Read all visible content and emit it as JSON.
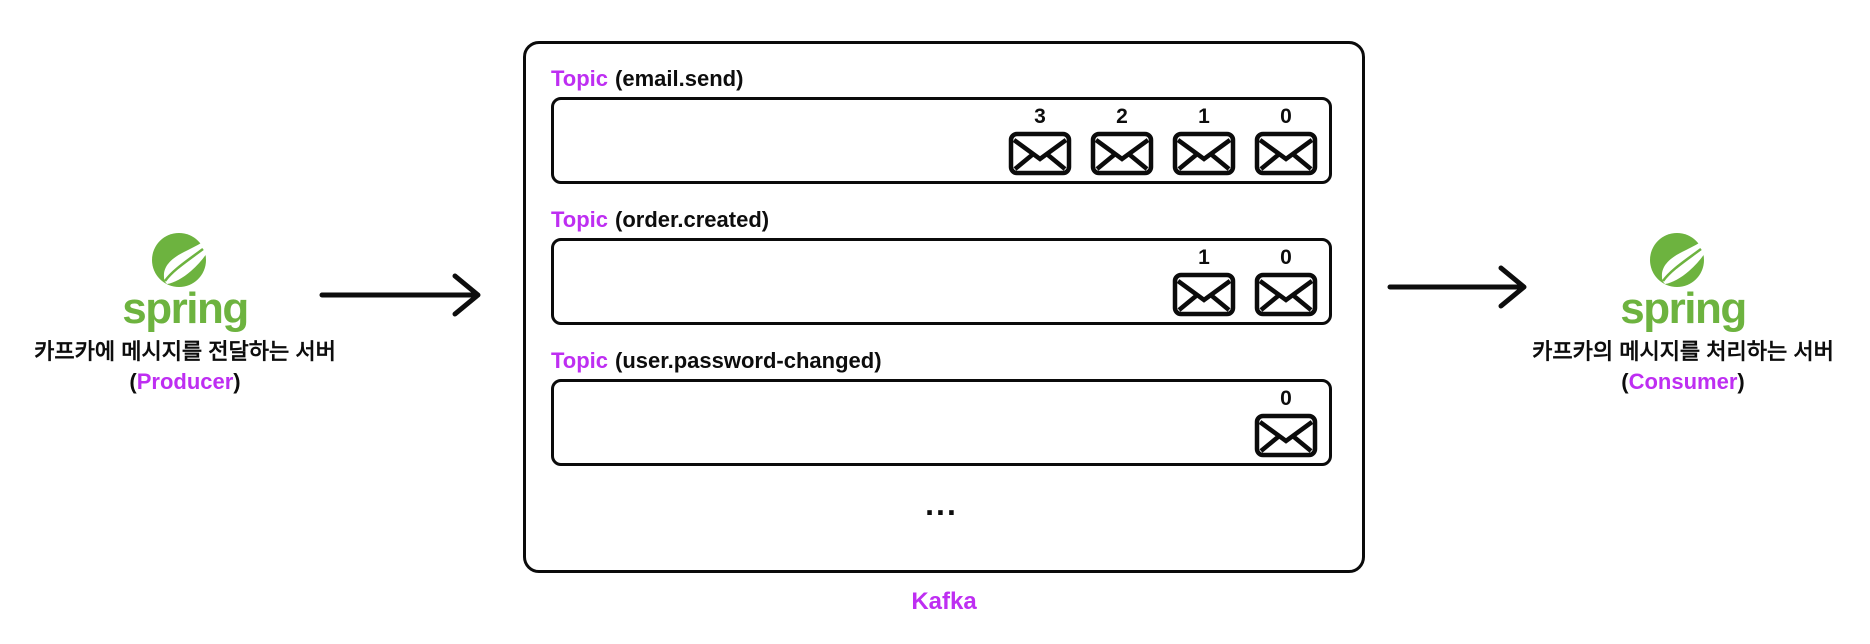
{
  "diagram": {
    "accent_color": "#BE2EF2",
    "spring_green": "#6DB33F",
    "line_color": "#0D0D0D",
    "background": "#FFFFFF"
  },
  "producer": {
    "brand": "spring",
    "description": "카프카에 메시지를 전달하는 서버",
    "role_open": "(",
    "role": "Producer",
    "role_close": ")"
  },
  "consumer": {
    "brand": "spring",
    "description": "카프카의 메시지를 처리하는 서버",
    "role_open": "(",
    "role": "Consumer",
    "role_close": ")"
  },
  "kafka": {
    "label": "Kafka",
    "ellipsis": "...",
    "topics": [
      {
        "keyword": "Topic",
        "name": "(email.send)",
        "messages": [
          "3",
          "2",
          "1",
          "0"
        ]
      },
      {
        "keyword": "Topic",
        "name": "(order.created)",
        "messages": [
          "1",
          "0"
        ]
      },
      {
        "keyword": "Topic",
        "name": "(user.password-changed)",
        "messages": [
          "0"
        ]
      }
    ]
  },
  "icons": {
    "message": "envelope-icon",
    "flow": "arrow-right-icon",
    "logo": "spring-logo-icon"
  }
}
